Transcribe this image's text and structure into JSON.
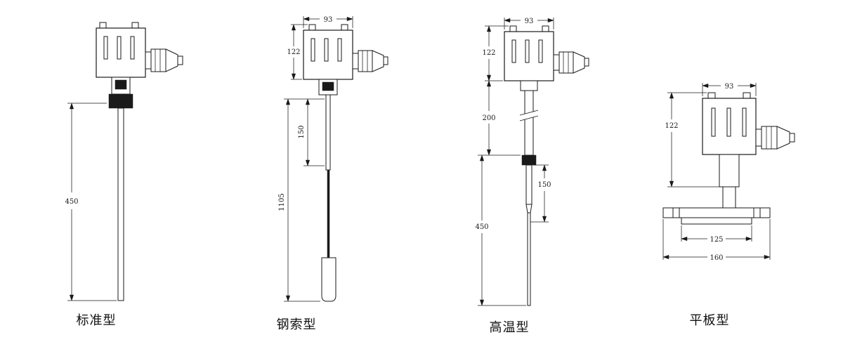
{
  "colors": {
    "line": "#1a1a1a",
    "background": "#ffffff"
  },
  "figures": [
    {
      "id": "standard",
      "label": "标准型",
      "dims": {
        "probe_length": "450"
      }
    },
    {
      "id": "cable",
      "label": "钢索型",
      "dims": {
        "head_width": "93",
        "head_height": "122",
        "rod_length": "150",
        "total_length": "1105"
      }
    },
    {
      "id": "high_temp",
      "label": "高温型",
      "dims": {
        "head_width": "93",
        "head_height": "122",
        "extension_length": "200",
        "upper_rod_length": "150",
        "probe_length": "450"
      }
    },
    {
      "id": "flat_plate",
      "label": "平板型",
      "dims": {
        "head_width": "93",
        "head_height": "122",
        "inner_plate_width": "125",
        "flange_width": "160"
      }
    }
  ]
}
